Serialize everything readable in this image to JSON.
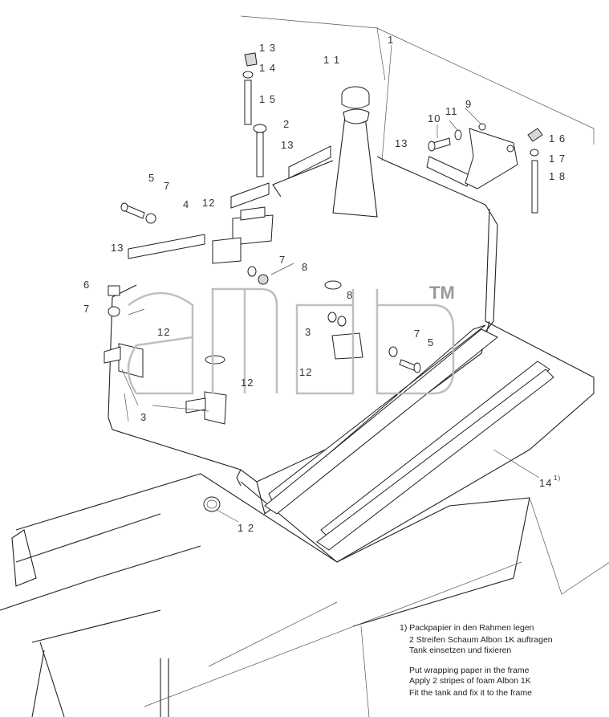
{
  "callouts": {
    "c1": "1",
    "c2": "2",
    "c3a": "3",
    "c3b": "3",
    "c4": "4",
    "c5a": "5",
    "c5b": "5",
    "c6": "6",
    "c7a": "7",
    "c7b": "7",
    "c7c": "7",
    "c7d": "7",
    "c8a": "8",
    "c8b": "8",
    "c9": "9",
    "c10": "10",
    "c11a": "11",
    "c11b": "1 1",
    "c12a": "12",
    "c12b": "12",
    "c12c": "12",
    "c12d": "12",
    "c12e": "1 2",
    "c13a": "1 3",
    "c13b": "13",
    "c13c": "13",
    "c13d": "13",
    "c14": "1 4",
    "c15": "1 5",
    "c16": "1 6",
    "c17": "1 7",
    "c18": "1 8",
    "c14b": "14",
    "c14sup": "1)"
  },
  "notes": {
    "de_line1": "1) Packpapier in den Rahmen legen",
    "de_line2": "2 Streifen Schaum Albon 1K auftragen",
    "de_line3": "Tank einsetzen und fixieren",
    "en_line1": "Put wrapping paper in the frame",
    "en_line2": "Apply 2 stripes of foam Albon 1K",
    "en_line3": "Fit the tank and fix it to the frame"
  },
  "watermark": {
    "logo_text": "amdb",
    "tm": "TM"
  }
}
